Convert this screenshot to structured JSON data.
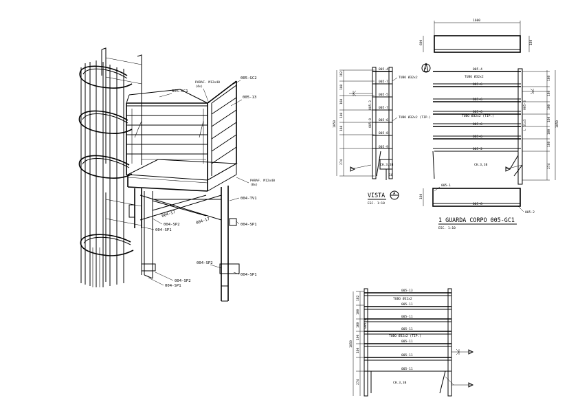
{
  "iso": {
    "callouts": {
      "gc2": "005-GC2",
      "gc1": "005-GC1",
      "p13": "005-13",
      "bolt_top": "PARAF. M12x40",
      "bolt_top_qty": "(4x)",
      "bolt_bot": "PARAF. M12x40",
      "bolt_bot_qty": "(8x)",
      "tv1": "004-TV1",
      "sp1_right": "004-SP1",
      "sp2_left": "004-SP2",
      "sp1_left": "004-SP1",
      "b17": "004-17",
      "b17b": "004-17",
      "sp2_lower": "004-SP2",
      "sp1_lower": "004-SP1",
      "sp2_base": "004-SP2",
      "sp1_base": "004-SP1"
    }
  },
  "vista": {
    "title": "VISTA",
    "marker": "A",
    "scale": "ESC. 1:10",
    "dims": [
      "182",
      "100",
      "160",
      "100",
      "160",
      "274"
    ],
    "total": "1050",
    "parts": [
      "005-4",
      "005-7",
      "005-5",
      "005-7",
      "005-6",
      "005-8",
      "005-9"
    ],
    "tube_a": "TUBO Ø32x2",
    "tube_b": "TUBO Ø32x2 (TIP.)",
    "side_codes": [
      "005-3",
      "005-8"
    ]
  },
  "guarda": {
    "title": "1 GUARDA CORPO 005-GC1",
    "scale": "ESC. 1:10",
    "top_dim": "1600",
    "dims": [
      "160",
      "180",
      "100",
      "160",
      "100",
      "180",
      "274"
    ],
    "total": "1050",
    "parts": [
      "005-4",
      "005-6",
      "005-6",
      "005-6",
      "005-6",
      "005-6",
      "005-2"
    ],
    "tube_a": "TUBO Ø32x2",
    "tube_b": "TUBO Ø32x2 (TIP.)",
    "side_codes": [
      "005-3",
      "L 51x5"
    ],
    "flat": "CH.3,38",
    "bottom_dim": "160",
    "bottom_parts": [
      "005-1",
      "005-8",
      "005-2"
    ],
    "view_marker": "A"
  },
  "lower": {
    "dims": [
      "182",
      "100",
      "160",
      "100",
      "160",
      "274"
    ],
    "total": "1050",
    "parts": [
      "005-13",
      "005-11",
      "005-11",
      "005-11",
      "005-11",
      "005-11",
      "005-11"
    ],
    "tube_a": "TUBO Ø32x2",
    "tube_b": "TUBO Ø32x2 (TIP.)",
    "side_code": "005-3",
    "flat": "CH.3,38"
  }
}
